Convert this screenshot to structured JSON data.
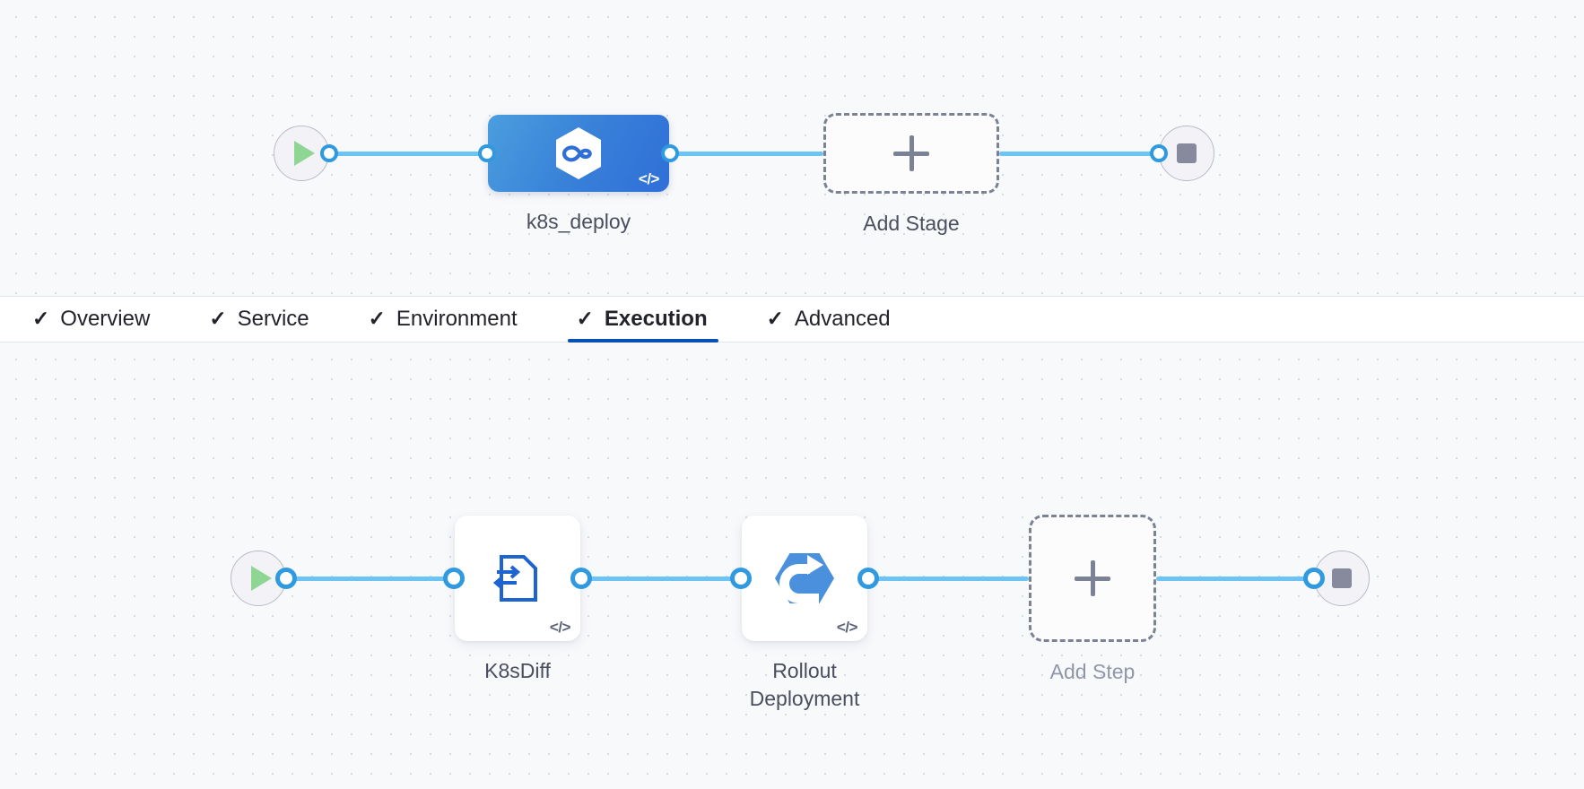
{
  "tabs": [
    {
      "label": "Overview",
      "check": "✓",
      "active": false
    },
    {
      "label": "Service",
      "check": "✓",
      "active": false
    },
    {
      "label": "Environment",
      "check": "✓",
      "active": false
    },
    {
      "label": "Execution",
      "check": "✓",
      "active": true
    },
    {
      "label": "Advanced",
      "check": "✓",
      "active": false
    }
  ],
  "stage_canvas": {
    "start_node": {
      "icon": "play-icon"
    },
    "end_node": {
      "icon": "stop-icon"
    },
    "nodes": [
      {
        "id": "k8s_deploy",
        "label": "k8s_deploy",
        "icon": "harness-hexagon-infinity-icon",
        "code_badge": "</>",
        "selected": true
      }
    ],
    "add_node": {
      "label": "Add Stage",
      "icon": "plus-icon"
    }
  },
  "execution_canvas": {
    "start_node": {
      "icon": "play-icon"
    },
    "end_node": {
      "icon": "stop-icon"
    },
    "nodes": [
      {
        "id": "k8sdiff",
        "label": "K8sDiff",
        "icon": "k8s-diff-document-icon",
        "code_badge": "</>"
      },
      {
        "id": "rollout_deployment",
        "label": "Rollout Deployment",
        "icon": "rollout-hexagon-refresh-icon",
        "code_badge": "</>"
      }
    ],
    "add_node": {
      "label": "Add Step",
      "icon": "plus-icon"
    }
  },
  "colors": {
    "accent_blue": "#2f6fd8",
    "edge_blue": "#6cc4f5",
    "port_blue": "#2f9ae0",
    "active_tab_underline": "#0a4fb8",
    "play_green": "#8fd694",
    "stop_gray": "#868a9c",
    "canvas_bg": "#f8f9fb",
    "dashed_border": "#7c8296",
    "label_text": "#4a4e5e",
    "muted_label_text": "#9096a8"
  }
}
